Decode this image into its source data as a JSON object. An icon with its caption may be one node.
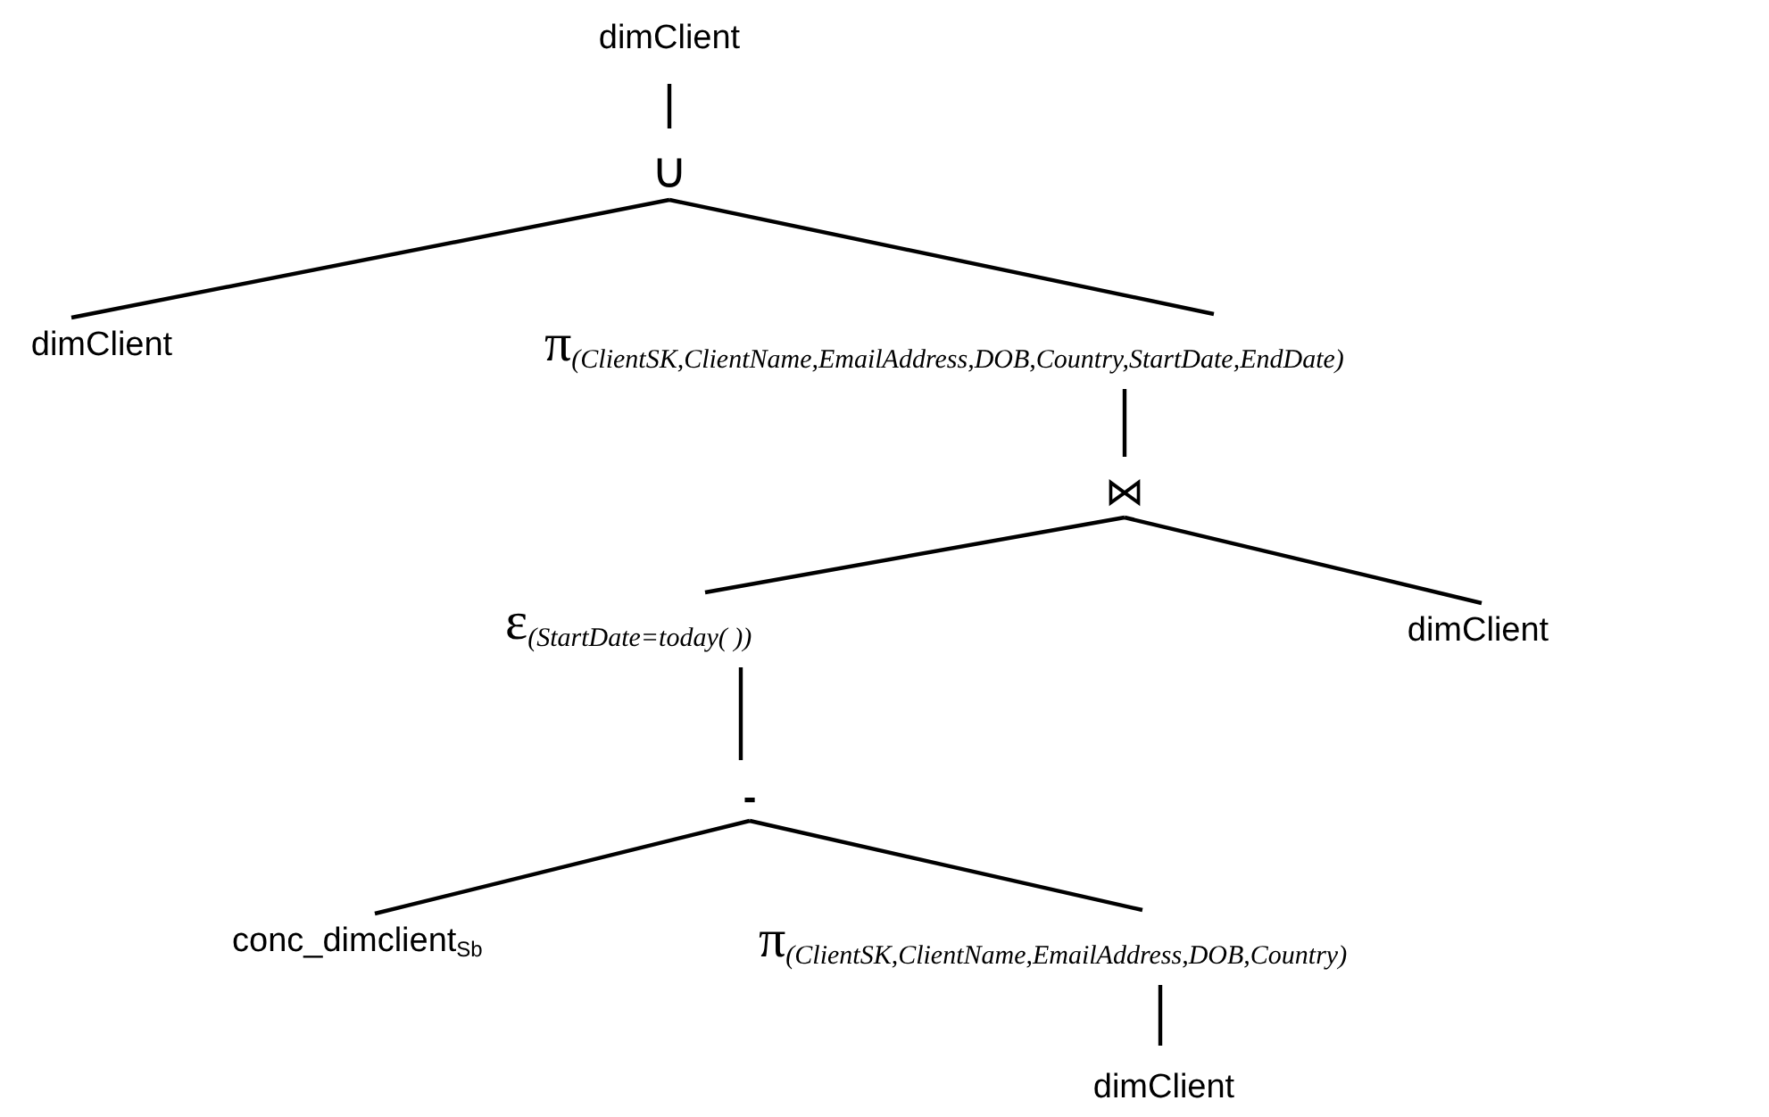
{
  "diagram": {
    "nodes": [
      {
        "text": [
          "dimClient"
        ]
      },
      {
        "text": [
          "∪"
        ]
      },
      {
        "text": [
          "dimClient"
        ]
      },
      {
        "text": [
          "π$_{(ClientSK,ClientName,EmailAddress,DOB,Country,StartDate,EndDate)}$"
        ]
      },
      {
        "text": [
          "⋈"
        ]
      },
      {
        "text": [
          "ε$_{(StartDate=today( ))}$"
        ]
      },
      {
        "text": [
          "dimClient"
        ]
      },
      {
        "text": [
          "-"
        ]
      },
      {
        "text": [
          "conc_dimclient$_{Sb}$"
        ]
      },
      {
        "text": [
          "π$_{(ClientSK,ClientName,EmailAddress,DOB,Country)}$"
        ]
      },
      {
        "text": [
          "dimClient"
        ]
      }
    ],
    "edges": [
      {
        "from": 0,
        "to": 1,
        "arrow": "none"
      },
      {
        "from": 1,
        "to": 2,
        "arrow": "none"
      },
      {
        "from": 1,
        "to": 3,
        "arrow": "none"
      },
      {
        "from": 3,
        "to": 4,
        "arrow": "none"
      },
      {
        "from": 4,
        "to": 5,
        "arrow": "none"
      },
      {
        "from": 4,
        "to": 6,
        "arrow": "none"
      },
      {
        "from": 5,
        "to": 7,
        "arrow": "none"
      },
      {
        "from": 7,
        "to": 8,
        "arrow": "none"
      },
      {
        "from": 7,
        "to": 9,
        "arrow": "none"
      },
      {
        "from": 9,
        "to": 10,
        "arrow": "none"
      }
    ]
  }
}
